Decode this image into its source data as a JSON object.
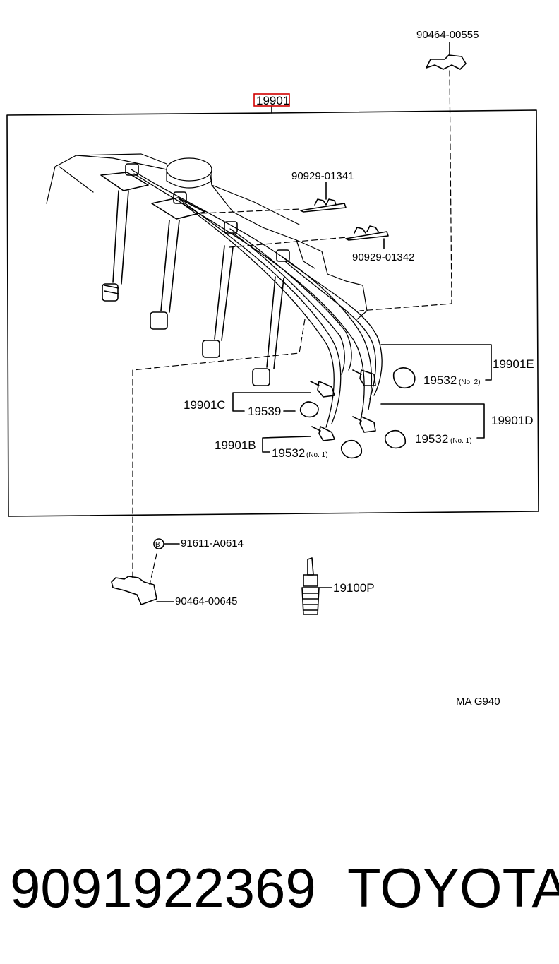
{
  "assembly": {
    "number": "19901",
    "highlight_color": "#d00000"
  },
  "labels": {
    "clamp_top": "90464-00555",
    "clamp_a": "90929-01341",
    "clamp_b": "90929-01342",
    "wire_e": "19901E",
    "cap_no2": "19532",
    "cap_no2_suffix": "(No. 2)",
    "wire_c": "19901C",
    "holder": "19539",
    "wire_d": "19901D",
    "cap_no1_right": "19532",
    "cap_no1_right_suffix": "(No. 1)",
    "wire_b": "19901B",
    "cap_no1_left": "19532",
    "cap_no1_left_suffix": "(No. 1)",
    "bolt_marker": "B",
    "bolt": "91611-A0614",
    "clamp_bottom": "90464-00645",
    "spark_plug": "19100P",
    "diagram_id": "MA G940"
  },
  "footer": {
    "part_number": "9091922369",
    "brand": "TOYOTA"
  }
}
